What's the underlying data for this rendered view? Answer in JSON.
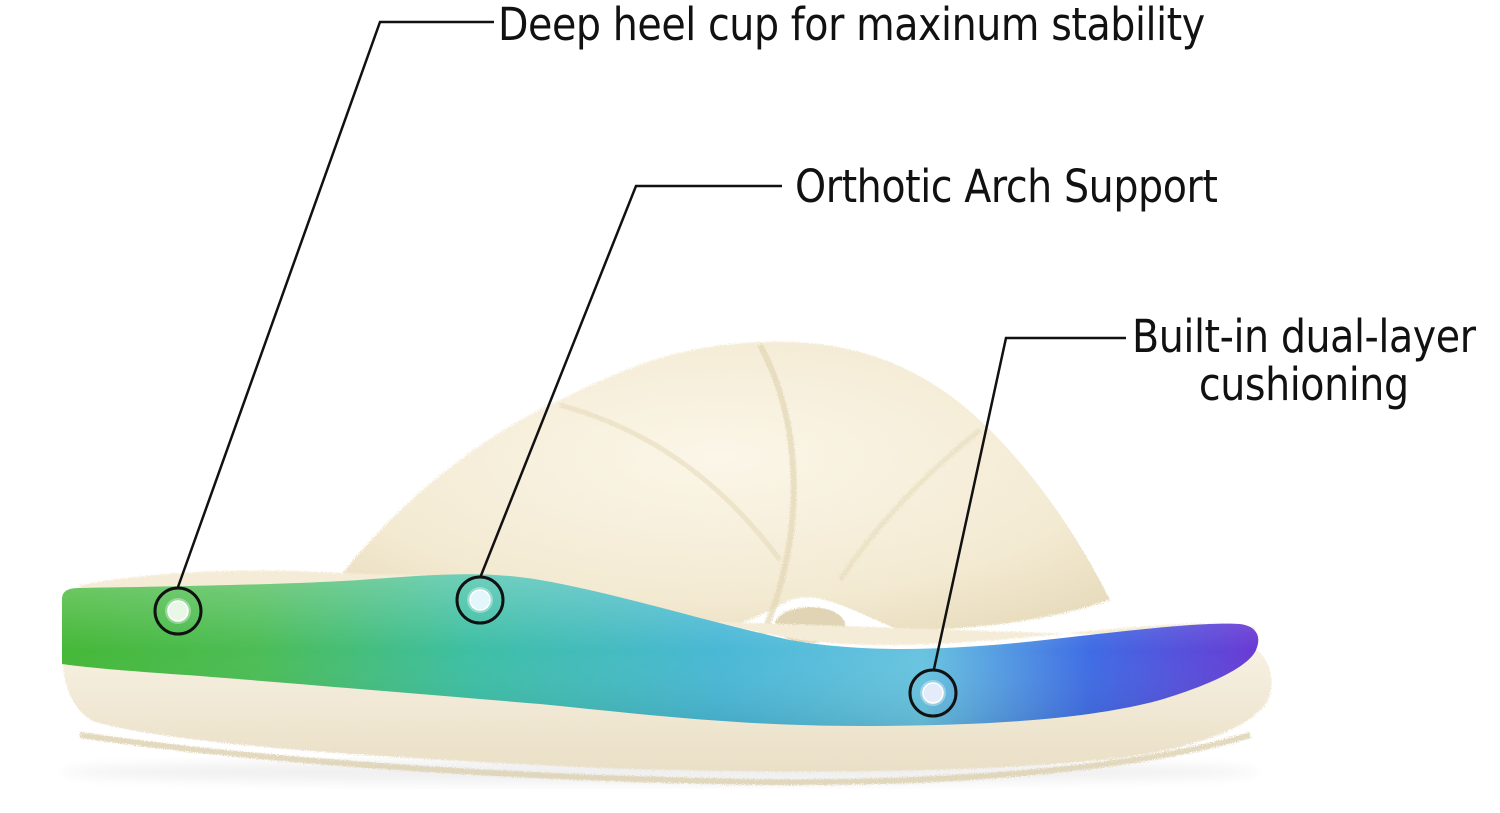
{
  "callouts": [
    {
      "id": "heel",
      "text": "Deep heel cup for maxinum stability",
      "marker_color": "#5cc84a"
    },
    {
      "id": "arch",
      "text": "Orthotic Arch Support",
      "marker_color": "#4fb9d6"
    },
    {
      "id": "cushion",
      "lines": [
        "Built-in dual-layer",
        "cushioning"
      ],
      "marker_color": "#5a78e6"
    }
  ],
  "product": {
    "name": "fluffy-cross-strap-slipper",
    "fur_color": "#f6efdc",
    "sole_gradient": [
      "#46b93c",
      "#3fbfa0",
      "#48b6d4",
      "#3c78e0",
      "#6a3ed6"
    ]
  }
}
